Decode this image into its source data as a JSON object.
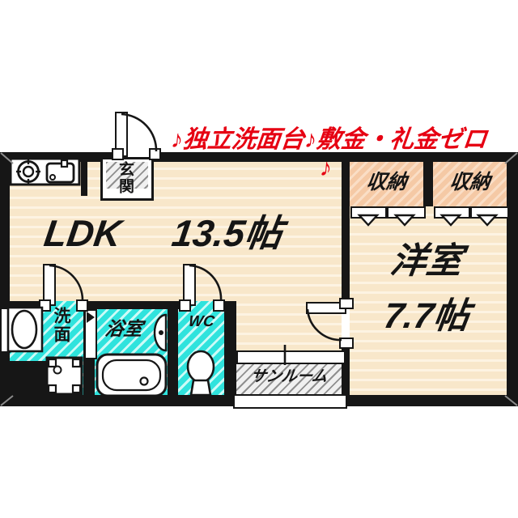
{
  "header": {
    "promo": "♪独立洗面台♪敷金・礼金ゼロ♪",
    "accent_color": "#e60012"
  },
  "rooms": {
    "ldk": {
      "name": "LDK",
      "size": "13.5帖"
    },
    "western_room": {
      "name": "洋室",
      "size": "7.7帖"
    },
    "entrance": {
      "name": "玄関"
    },
    "washroom": {
      "name": "洗面"
    },
    "bathroom": {
      "name": "浴室"
    },
    "toilet": {
      "name": "WC"
    },
    "sunroom": {
      "name": "サンルーム"
    },
    "storage_1": {
      "name": "収納"
    },
    "storage_2": {
      "name": "収納"
    }
  },
  "colors": {
    "wall": "#161616",
    "floor_cream": "#f8e7ca",
    "floor_stripe": "#fdf3e2",
    "closet_peach": "#f5c9a5",
    "wet_cyan": "#2fe3dd",
    "hatch_gray": "#8f8f8f",
    "accent_red": "#e60012"
  },
  "icons": {
    "stove": "stove-burner-icon",
    "sink": "kitchen-sink-icon",
    "washbasin": "washbasin-icon",
    "washing_machine": "washing-machine-icon",
    "bathtub": "bathtub-icon",
    "bath_vanity": "bath-vanity-icon",
    "toilet": "toilet-icon",
    "door_arcs": "door-swing-arc-icon",
    "closet_doors": "folding-door-icon",
    "windows": "window-icon"
  }
}
